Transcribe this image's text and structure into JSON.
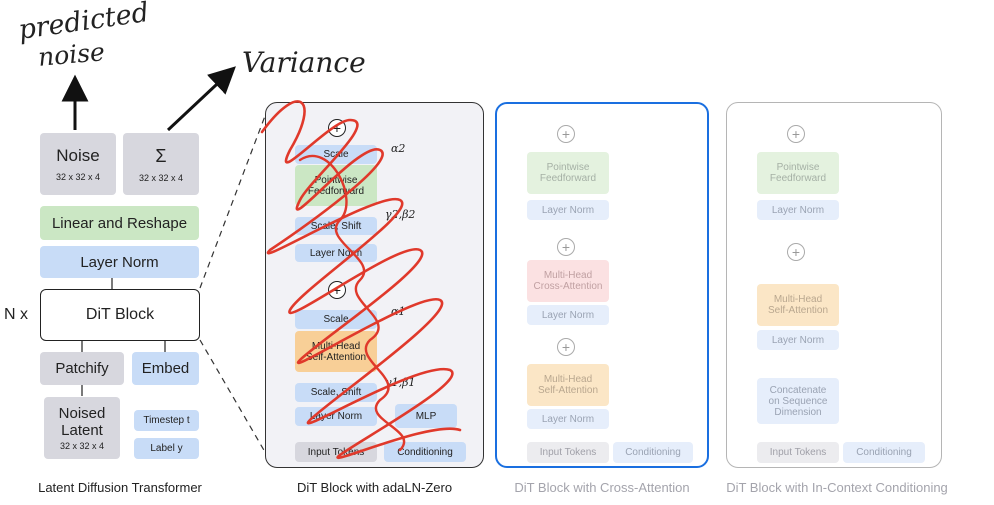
{
  "annotations": {
    "predicted_noise_line1": "predicted",
    "predicted_noise_line2": "noise",
    "variance": "Variance"
  },
  "left": {
    "noise": "Noise",
    "noise_dim": "32 x 32 x 4",
    "sigma": "Σ",
    "sigma_dim": "32 x 32 x 4",
    "linear_reshape": "Linear and Reshape",
    "layer_norm": "Layer Norm",
    "nx": "N x",
    "dit_block": "DiT Block",
    "patchify": "Patchify",
    "embed": "Embed",
    "noised_latent_line1": "Noised",
    "noised_latent_line2": "Latent",
    "noised_latent_dim": "32 x 32 x 4",
    "timestep": "Timestep t",
    "label": "Label y",
    "caption": "Latent Diffusion Transformer"
  },
  "adaln": {
    "scale_top": "Scale",
    "pointwise_line1": "Pointwise",
    "pointwise_line2": "Feedforward",
    "scale_shift_top": "Scale, Shift",
    "layer_norm_top": "Layer Norm",
    "scale_bottom": "Scale",
    "mha_line1": "Multi-Head",
    "mha_line2": "Self-Attention",
    "scale_shift_bottom": "Scale, Shift",
    "layer_norm_bottom": "Layer Norm",
    "mlp": "MLP",
    "input_tokens": "Input Tokens",
    "conditioning": "Conditioning",
    "alpha2": "α2",
    "gamma2beta2": "γ2,β2",
    "alpha1": "α1",
    "gamma1beta1": "γ1,β1",
    "caption": "DiT Block with adaLN-Zero"
  },
  "cross": {
    "pointwise_line1": "Pointwise",
    "pointwise_line2": "Feedforward",
    "layer_norm_1": "Layer Norm",
    "mhca_line1": "Multi-Head",
    "mhca_line2": "Cross-Attention",
    "layer_norm_2": "Layer Norm",
    "mhsa_line1": "Multi-Head",
    "mhsa_line2": "Self-Attention",
    "layer_norm_3": "Layer Norm",
    "input_tokens": "Input Tokens",
    "conditioning": "Conditioning",
    "caption": "DiT Block with Cross-Attention"
  },
  "incontext": {
    "pointwise_line1": "Pointwise",
    "pointwise_line2": "Feedforward",
    "layer_norm_1": "Layer Norm",
    "mhsa_line1": "Multi-Head",
    "mhsa_line2": "Self-Attention",
    "layer_norm_2": "Layer Norm",
    "concat_line1": "Concatenate",
    "concat_line2": "on Sequence",
    "concat_line3": "Dimension",
    "input_tokens": "Input Tokens",
    "conditioning": "Conditioning",
    "caption": "DiT Block with In-Context Conditioning"
  },
  "colors": {
    "highlight": "#1a6fe0",
    "scribble": "#e0392b"
  }
}
